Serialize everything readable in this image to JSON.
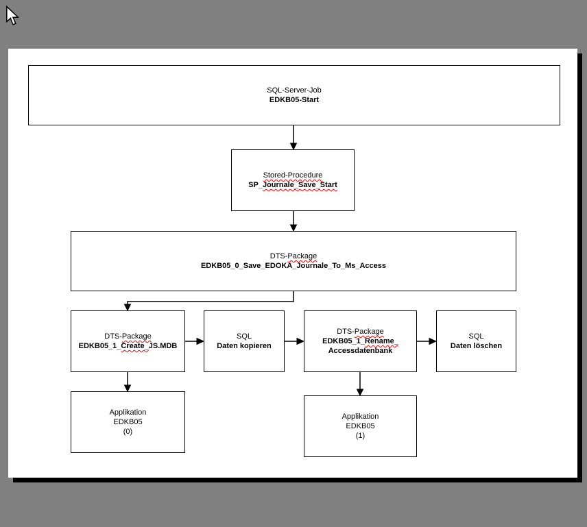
{
  "screen": {
    "background_color": "#808080",
    "paper_color": "#ffffff",
    "shadow_color": "#000000",
    "line_color": "#000000",
    "spellcheck_underline_color": "#ff0000",
    "cursor_icon": "arrow-pointer"
  },
  "diagram": {
    "nodes": {
      "sql_server_job": {
        "type_label": "SQL-Server-Job",
        "name": "EDKB05-Start"
      },
      "stored_procedure": {
        "type_wavy": "Stored-Procedure",
        "name_pre": "SP_",
        "name_wavy": "Journale_Save_Start"
      },
      "dts_save": {
        "type_pre": "DTS-",
        "type_wavy": "Package",
        "name": "EDKB05_0_Save_EDOKA_Journale_To_Ms_Access"
      },
      "dts_create": {
        "type_pre": "DTS-",
        "type_wavy": "Package",
        "name_pre": "EDKB05_1_",
        "name_wavy": "Create_",
        "name_post": "JS.MDB"
      },
      "sql_copy": {
        "type_label": "SQL",
        "name": "Daten kopieren"
      },
      "dts_rename": {
        "type_pre": "DTS-",
        "type_wavy": "Package",
        "name_pre": "EDKB05_1_",
        "name_wavy": "Rename_",
        "name_line2": "Accessdatenbank"
      },
      "sql_delete": {
        "type_label": "SQL",
        "name": "Daten löschen"
      },
      "app_0": {
        "line1": "Applikation",
        "line2": "EDKB05",
        "line3": "(0)"
      },
      "app_1": {
        "line1": "Applikation",
        "line2": "EDKB05",
        "line3": "(1)"
      }
    }
  }
}
